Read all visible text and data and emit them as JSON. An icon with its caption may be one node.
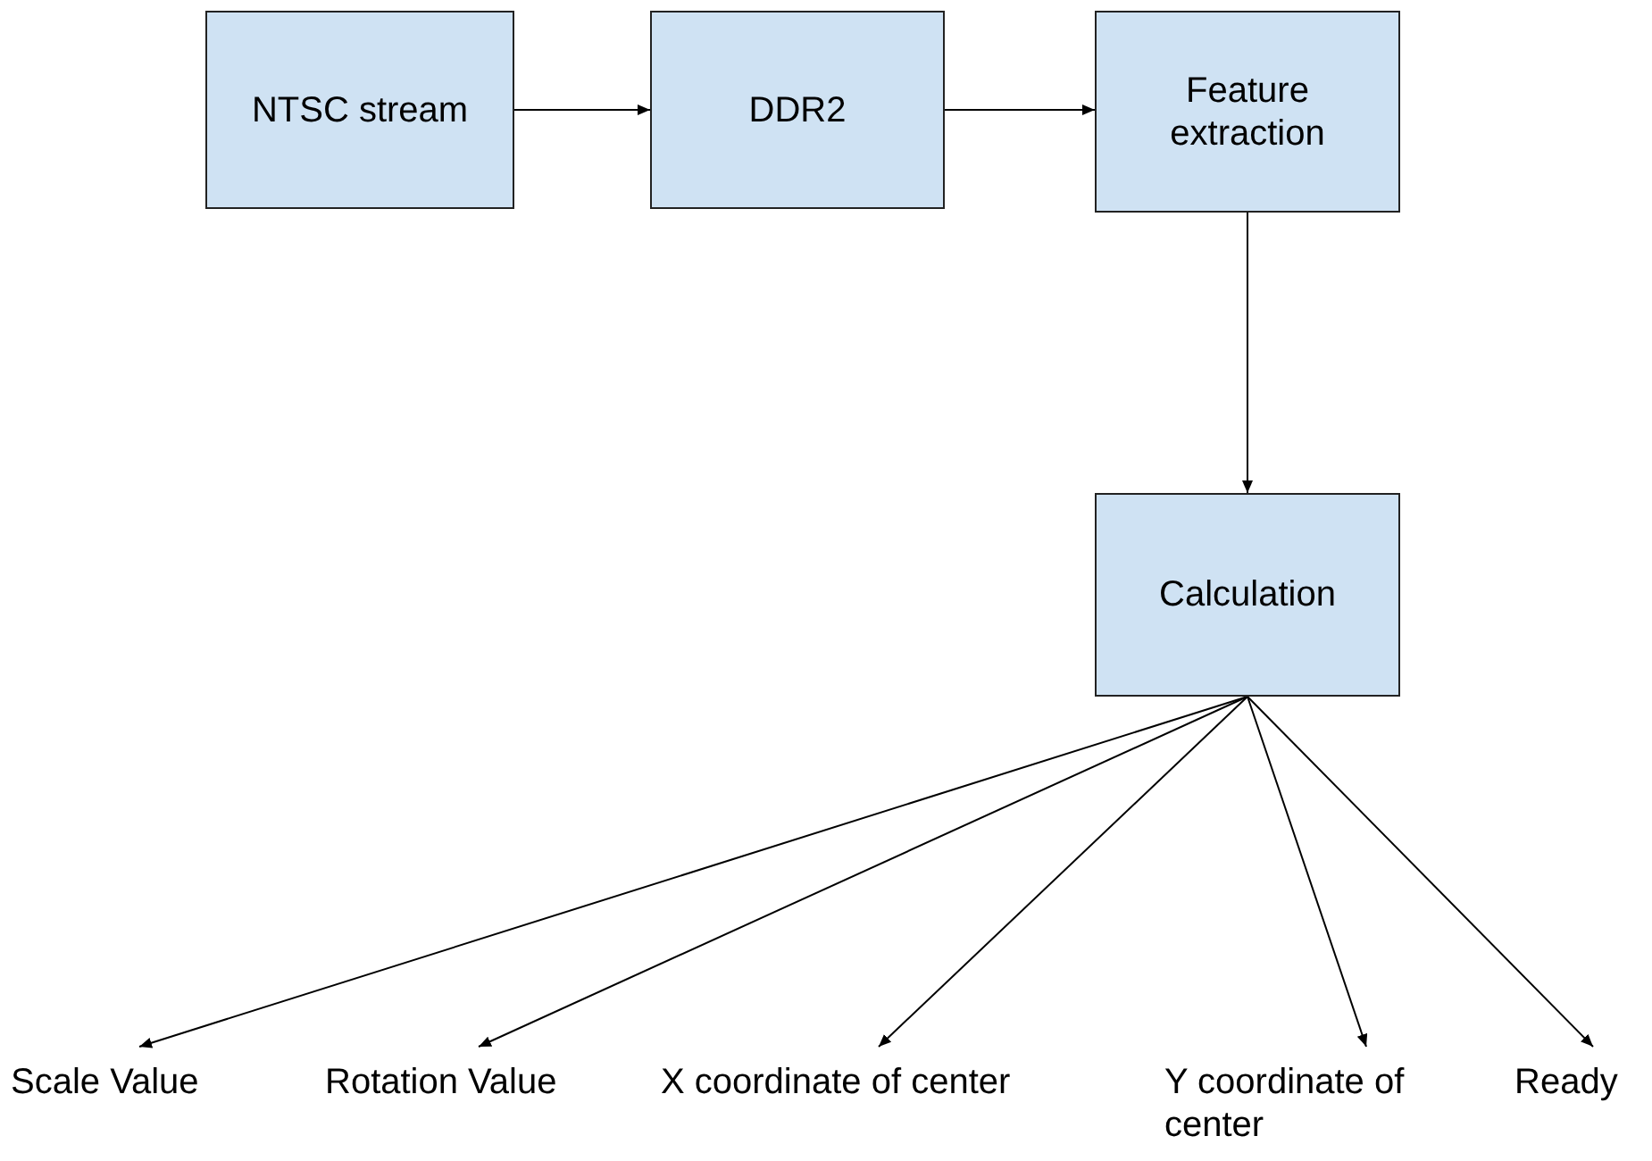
{
  "diagram": {
    "nodes": [
      {
        "text": [
          "NTSC stream"
        ]
      },
      {
        "text": [
          "DDR2"
        ]
      },
      {
        "text": [
          "Feature extraction"
        ]
      },
      {
        "text": [
          "Calculation"
        ]
      },
      {
        "text": [
          "Scale Value"
        ]
      },
      {
        "text": [
          "Rotation Value"
        ]
      },
      {
        "text": [
          "X coordinate of center"
        ]
      },
      {
        "text": [
          "Y coordinate of center"
        ]
      },
      {
        "text": [
          "Ready"
        ]
      }
    ],
    "edges": [
      {
        "from": 0,
        "to": 1,
        "arrow": "to"
      },
      {
        "from": 1,
        "to": 2,
        "arrow": "to"
      },
      {
        "from": 2,
        "to": 3,
        "arrow": "to"
      },
      {
        "from": 3,
        "to": 4,
        "arrow": "to"
      },
      {
        "from": 3,
        "to": 5,
        "arrow": "to"
      },
      {
        "from": 3,
        "to": 6,
        "arrow": "to"
      },
      {
        "from": 3,
        "to": 7,
        "arrow": "to"
      },
      {
        "from": 3,
        "to": 8,
        "arrow": "to"
      }
    ]
  }
}
